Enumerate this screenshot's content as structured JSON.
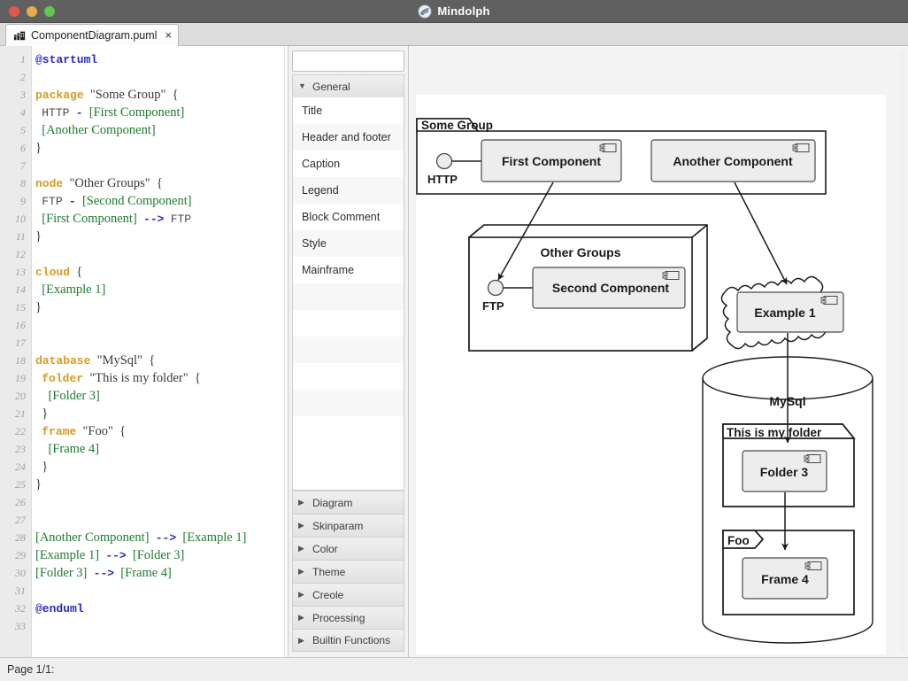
{
  "window": {
    "app_title": "Mindolph",
    "logo_icon": "mindolph-logo-icon",
    "traffic_lights": [
      "close-red",
      "minimize-yellow",
      "maximize-green"
    ]
  },
  "tabbar": {
    "tabs": [
      {
        "label": "ComponentDiagram.puml",
        "icon": "puml-file-icon",
        "close": "×",
        "active": true
      }
    ]
  },
  "editor": {
    "line_numbers": [
      "1",
      "2",
      "3",
      "4",
      "5",
      "6",
      "7",
      "8",
      "9",
      "10",
      "11",
      "12",
      "13",
      "14",
      "15",
      "16",
      "17",
      "18",
      "19",
      "20",
      "21",
      "22",
      "23",
      "24",
      "25",
      "26",
      "27",
      "28",
      "29",
      "30",
      "31",
      "32",
      "33"
    ],
    "lines": [
      "@startuml",
      "",
      "package \"Some Group\" {",
      "  HTTP - [First Component]",
      "  [Another Component]",
      "}",
      "",
      "node \"Other Groups\" {",
      "  FTP - [Second Component]",
      "  [First Component] --> FTP",
      "}",
      "",
      "cloud {",
      "  [Example 1]",
      "}",
      "",
      "",
      "database \"MySql\" {",
      "  folder \"This is my folder\" {",
      "    [Folder 3]",
      "  }",
      "  frame \"Foo\" {",
      "    [Frame 4]",
      "  }",
      "}",
      "",
      "",
      "[Another Component] --> [Example 1]",
      "[Example 1] --> [Folder 3]",
      "[Folder 3] --> [Frame 4]",
      "",
      "@enduml",
      ""
    ]
  },
  "attributes": {
    "search_placeholder": "",
    "search_value": "",
    "groups": [
      {
        "label": "General",
        "expanded": true,
        "arrow": "▼",
        "items": [
          "Title",
          "Header and footer",
          "Caption",
          "Legend",
          "Block Comment",
          "Style",
          "Mainframe"
        ]
      }
    ],
    "collapsed_groups": [
      {
        "label": "Diagram",
        "arrow": "▶"
      },
      {
        "label": "Skinparam",
        "arrow": "▶"
      },
      {
        "label": "Color",
        "arrow": "▶"
      },
      {
        "label": "Theme",
        "arrow": "▶"
      },
      {
        "label": "Creole",
        "arrow": "▶"
      },
      {
        "label": "Processing",
        "arrow": "▶"
      },
      {
        "label": "Builtin Functions",
        "arrow": "▶"
      }
    ]
  },
  "diagram": {
    "package_some_group": "Some Group",
    "interface_http": "HTTP",
    "component_first": "First Component",
    "component_another": "Another Component",
    "node_other_groups": "Other Groups",
    "interface_ftp": "FTP",
    "component_second": "Second Component",
    "cloud_component_example1": "Example 1",
    "database_mysql": "MySql",
    "folder_label": "This is my folder",
    "component_folder3": "Folder 3",
    "frame_label": "Foo",
    "component_frame4": "Frame 4"
  },
  "statusbar": {
    "page_label": "Page 1/1:"
  },
  "colors": {
    "titlebar": "#606060",
    "tabbar": "#dcdcdc",
    "panel": "#f2f2f2",
    "canvas": "#ffffff",
    "component_fill": "#eeeeee",
    "stroke": "#1a1a1a",
    "keyword": "#d79b21",
    "component_text": "#1f7a2e",
    "arrow_text": "#2b2bc8"
  }
}
